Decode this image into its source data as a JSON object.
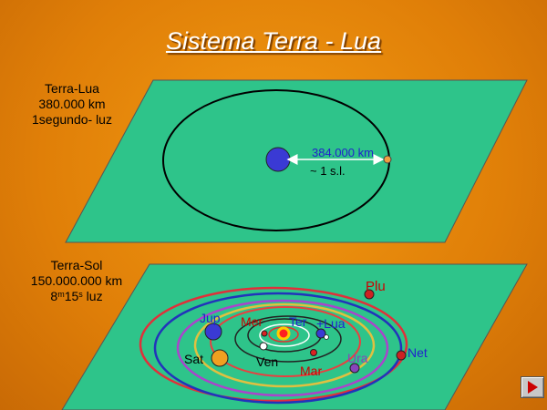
{
  "title": "Sistema Terra - Lua",
  "earth_moon": {
    "label_line1": "Terra-Lua",
    "label_line2": "380.000 km",
    "label_line3": "1segundo- luz",
    "distance_text": "384.000 km",
    "approx_text": "~ 1 s.l."
  },
  "earth_sun": {
    "label_line1": "Terra-Sol",
    "label_line2": "150.000.000 km",
    "time_min": "8",
    "time_min_unit": "m",
    "time_sec": "15",
    "time_sec_unit": "s",
    "time_suffix": " luz"
  },
  "planets": {
    "plu": "Plu",
    "jup": "Jup",
    "mer": "Mer",
    "ter": "Ter",
    "lua": "+Lua",
    "sat": "Sat",
    "ven": "Ven",
    "mar": "Mar",
    "ura": "Ura",
    "net": "Net"
  },
  "colors": {
    "background": "#e88a0c",
    "plane": "#2ec48a",
    "planet_label": "#cc0000",
    "distance_text": "#2222cc",
    "earth": "#3a3ad4"
  },
  "icons": {
    "next": "right-arrow-icon"
  }
}
